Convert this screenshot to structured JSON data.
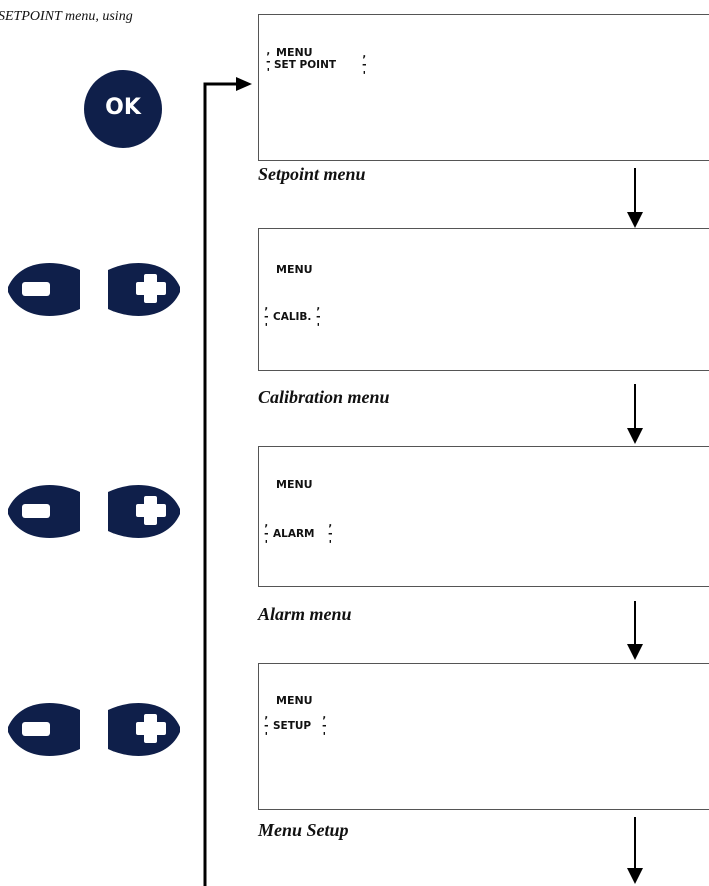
{
  "intro_text": "SETPOINT menu, using",
  "buttons": [
    {
      "type": "ok",
      "label": "OK",
      "icon": "ok-button-icon"
    },
    {
      "type": "minus-plus",
      "minus_icon": "minus-button-icon",
      "plus_icon": "plus-button-icon"
    },
    {
      "type": "minus-plus",
      "minus_icon": "minus-button-icon",
      "plus_icon": "plus-button-icon"
    },
    {
      "type": "minus-plus",
      "minus_icon": "minus-button-icon",
      "plus_icon": "plus-button-icon"
    }
  ],
  "screens": [
    {
      "line1": "MENU",
      "line2": "SET POINT",
      "caption": "Setpoint menu"
    },
    {
      "line1": "MENU",
      "line2": "CALIB.",
      "caption": "Calibration menu"
    },
    {
      "line1": "MENU",
      "line2": "ALARM",
      "caption": "Alarm menu"
    },
    {
      "line1": "MENU",
      "line2": "SETUP",
      "caption": "Menu Setup"
    }
  ],
  "colors": {
    "button_fill": "#0f1f4a",
    "button_text": "#ffffff",
    "line": "#000000"
  }
}
